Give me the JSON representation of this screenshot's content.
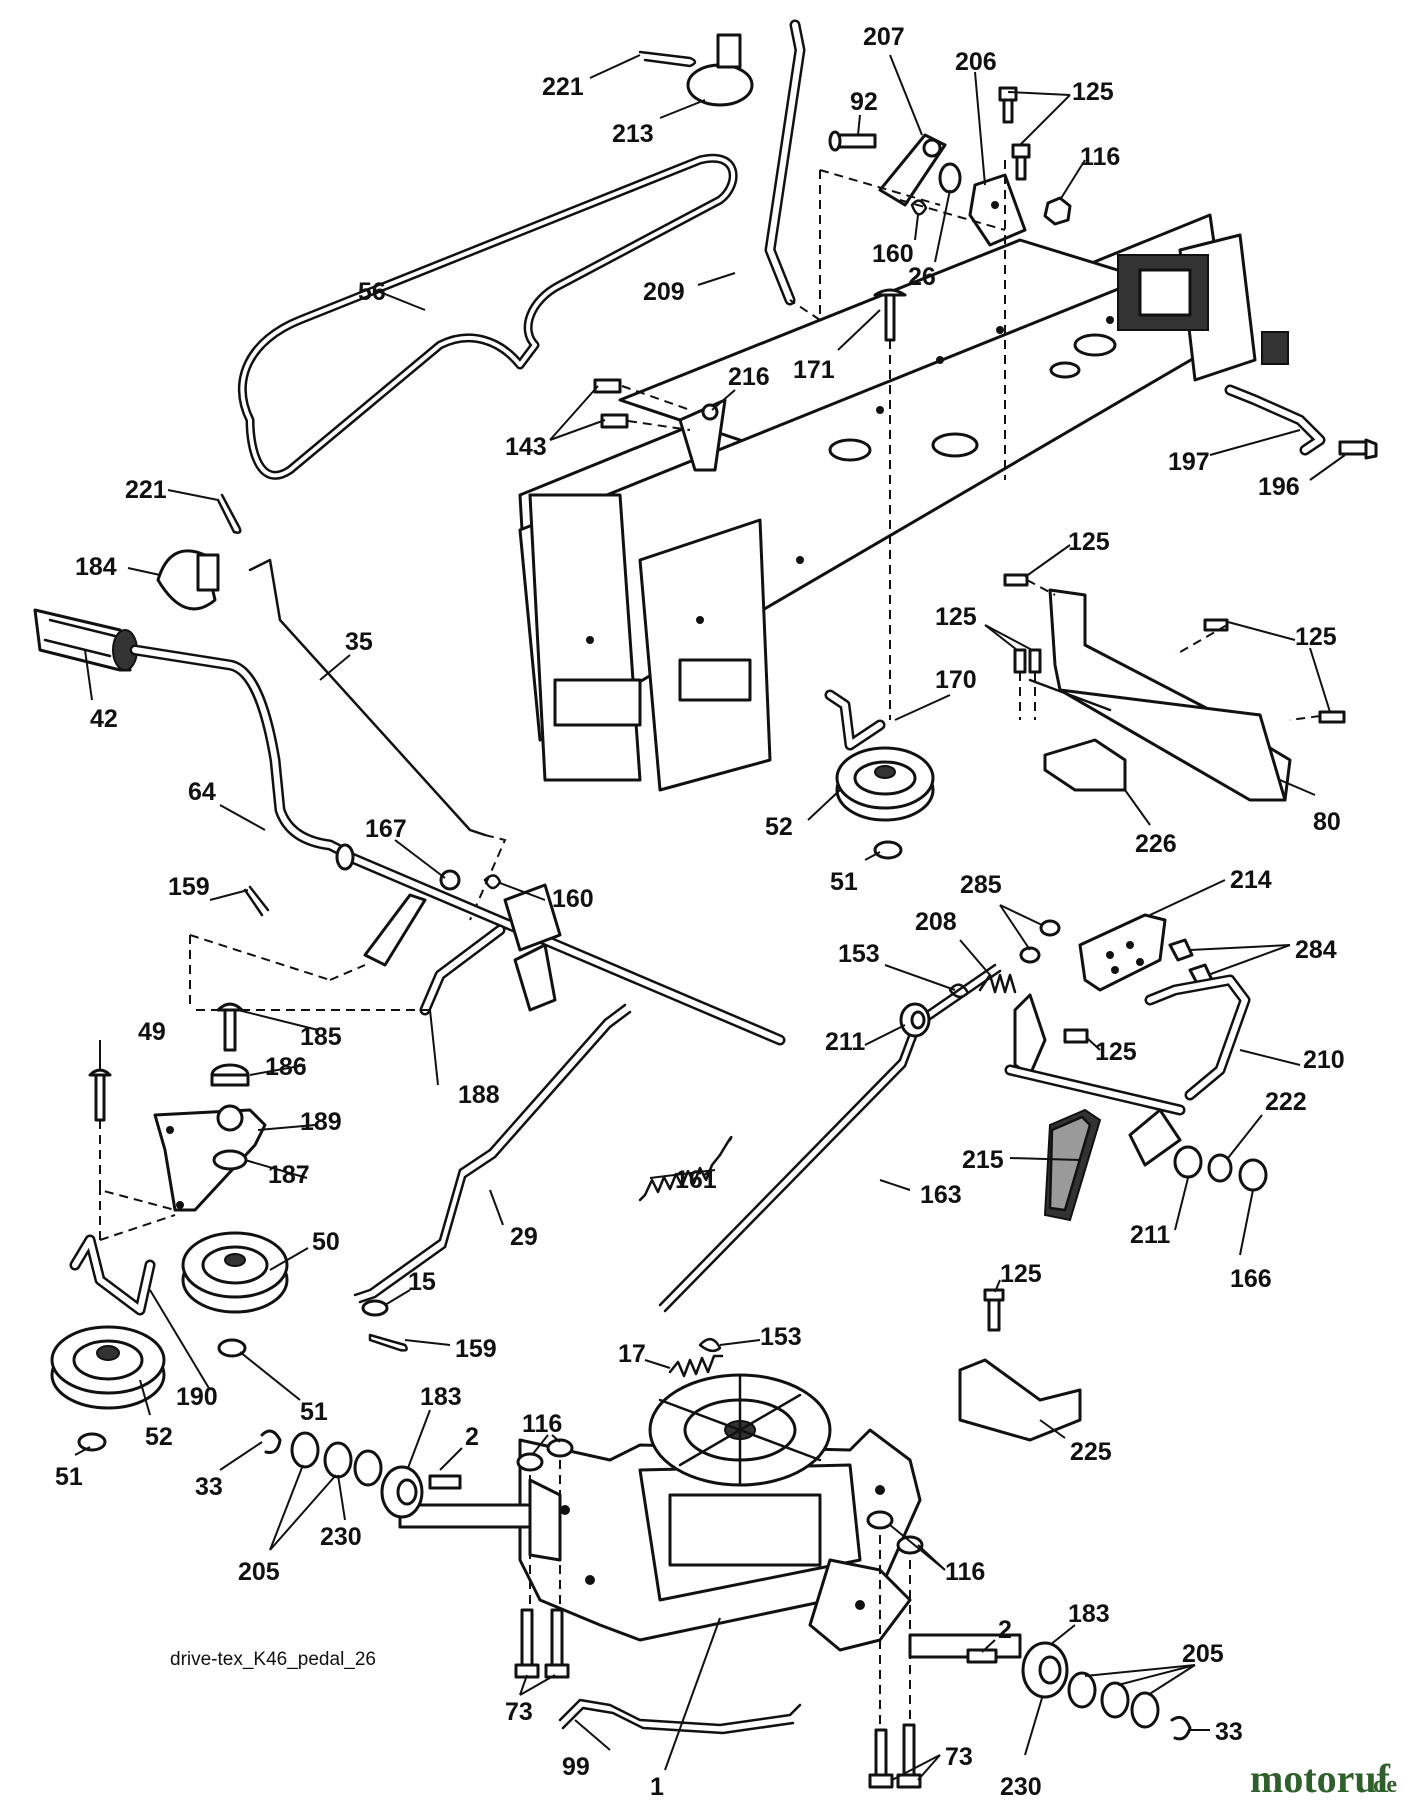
{
  "caption": "drive-tex_K46_pedal_26",
  "watermark": {
    "text": "motoruf",
    "suffix": ".de",
    "color": "#2f5f2a"
  },
  "callouts": {
    "p221a": "221",
    "p213": "213",
    "p207": "207",
    "p92": "92",
    "p206": "206",
    "p125a": "125",
    "p116a": "116",
    "p160a": "160",
    "p26": "26",
    "p56": "56",
    "p209": "209",
    "p171": "171",
    "p216": "216",
    "p143": "143",
    "p197": "197",
    "p196": "196",
    "p221b": "221",
    "p184": "184",
    "p35": "35",
    "p42": "42",
    "p125b": "125",
    "p125c": "125",
    "p125d": "125",
    "p170": "170",
    "p80": "80",
    "p52a": "52",
    "p226": "226",
    "p64": "64",
    "p167": "167",
    "p51a": "51",
    "p285": "285",
    "p214": "214",
    "p159a": "159",
    "p160b": "160",
    "p284": "284",
    "p208": "208",
    "p153a": "153",
    "p49": "49",
    "p185": "185",
    "p211a": "211",
    "p125e": "125",
    "p210": "210",
    "p186": "186",
    "p188": "188",
    "p222": "222",
    "p189": "189",
    "p161": "161",
    "p215": "215",
    "p187": "187",
    "p163": "163",
    "p211b": "211",
    "p50": "50",
    "p29": "29",
    "p166": "166",
    "p15": "15",
    "p125f": "125",
    "p159b": "159",
    "p17": "17",
    "p153b": "153",
    "p190": "190",
    "p51b": "51",
    "p52b": "52",
    "p183a": "183",
    "p225": "225",
    "p2a": "2",
    "p116b": "116",
    "p51c": "51",
    "p33a": "33",
    "p230a": "230",
    "p205a": "205",
    "p116c": "116",
    "p183b": "183",
    "p2b": "2",
    "p205b": "205",
    "p1": "1",
    "p73a": "73",
    "p33b": "33",
    "p99": "99",
    "p73b": "73",
    "p230b": "230"
  }
}
